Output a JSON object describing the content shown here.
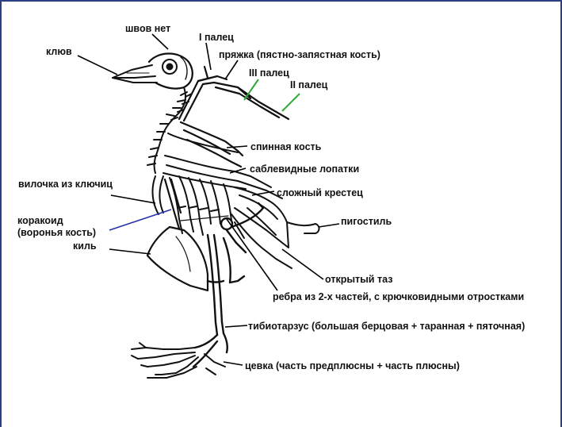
{
  "diagram": {
    "labels": {
      "klyuv": "клюв",
      "shvov_net": "швов нет",
      "palets_1": "I палец",
      "pryazhka": "пряжка (пястно-запястная кость)",
      "palets_3": "III палец",
      "palets_2": "II палец",
      "spinnaya_kost": "спинная кость",
      "sablevidnye_lopatki": "саблевидные лопатки",
      "slozhny_krestets": "сложный крестец",
      "vilochka": "вилочка из ключиц",
      "korakoid": "коракоид\n(воронья кость)",
      "pigostil": "пигостиль",
      "kil": "киль",
      "otkryty_taz": "открытый таз",
      "rebra": "ребра из 2-х частей, с крючковидными отростками",
      "tibiotarsus": "тибиотарзус (большая берцовая + таранная + пяточная)",
      "tsevka": "цевка (часть предплюсны + часть плюсны)"
    },
    "colors": {
      "frame": "#2b3f86",
      "leader_default": "#000000",
      "leader_digits": "#2fa836",
      "leader_coracoid": "#2233aa"
    }
  }
}
